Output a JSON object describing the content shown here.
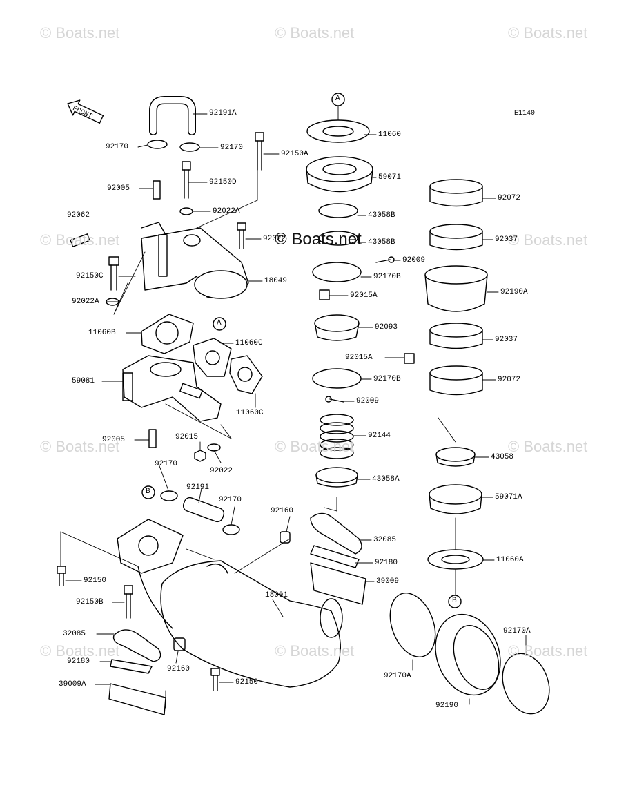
{
  "diagram_code": "E1140",
  "front_label": "FRONT",
  "watermark_text": "© Boats.net",
  "ref_markers": [
    "A",
    "B"
  ],
  "parts": [
    "92191A",
    "92170",
    "92170",
    "92150A",
    "92150D",
    "92005",
    "92022A",
    "92062",
    "92022",
    "18049",
    "92150C",
    "92022A",
    "11060B",
    "11060C",
    "59081",
    "11060C",
    "92005",
    "92015",
    "92022",
    "92170",
    "92191",
    "92170",
    "92160",
    "32085",
    "92180",
    "39009",
    "92150",
    "92150B",
    "18001",
    "32085",
    "92180",
    "92160",
    "39009A",
    "92150",
    "11060",
    "59071",
    "43058B",
    "43058B",
    "92009",
    "92170B",
    "92015A",
    "92093",
    "92015A",
    "92170B",
    "92009",
    "92144",
    "43058A",
    "92072",
    "92037",
    "92190A",
    "92037",
    "92072",
    "43058",
    "59071A",
    "11060A",
    "92170A",
    "92170A",
    "92190"
  ]
}
